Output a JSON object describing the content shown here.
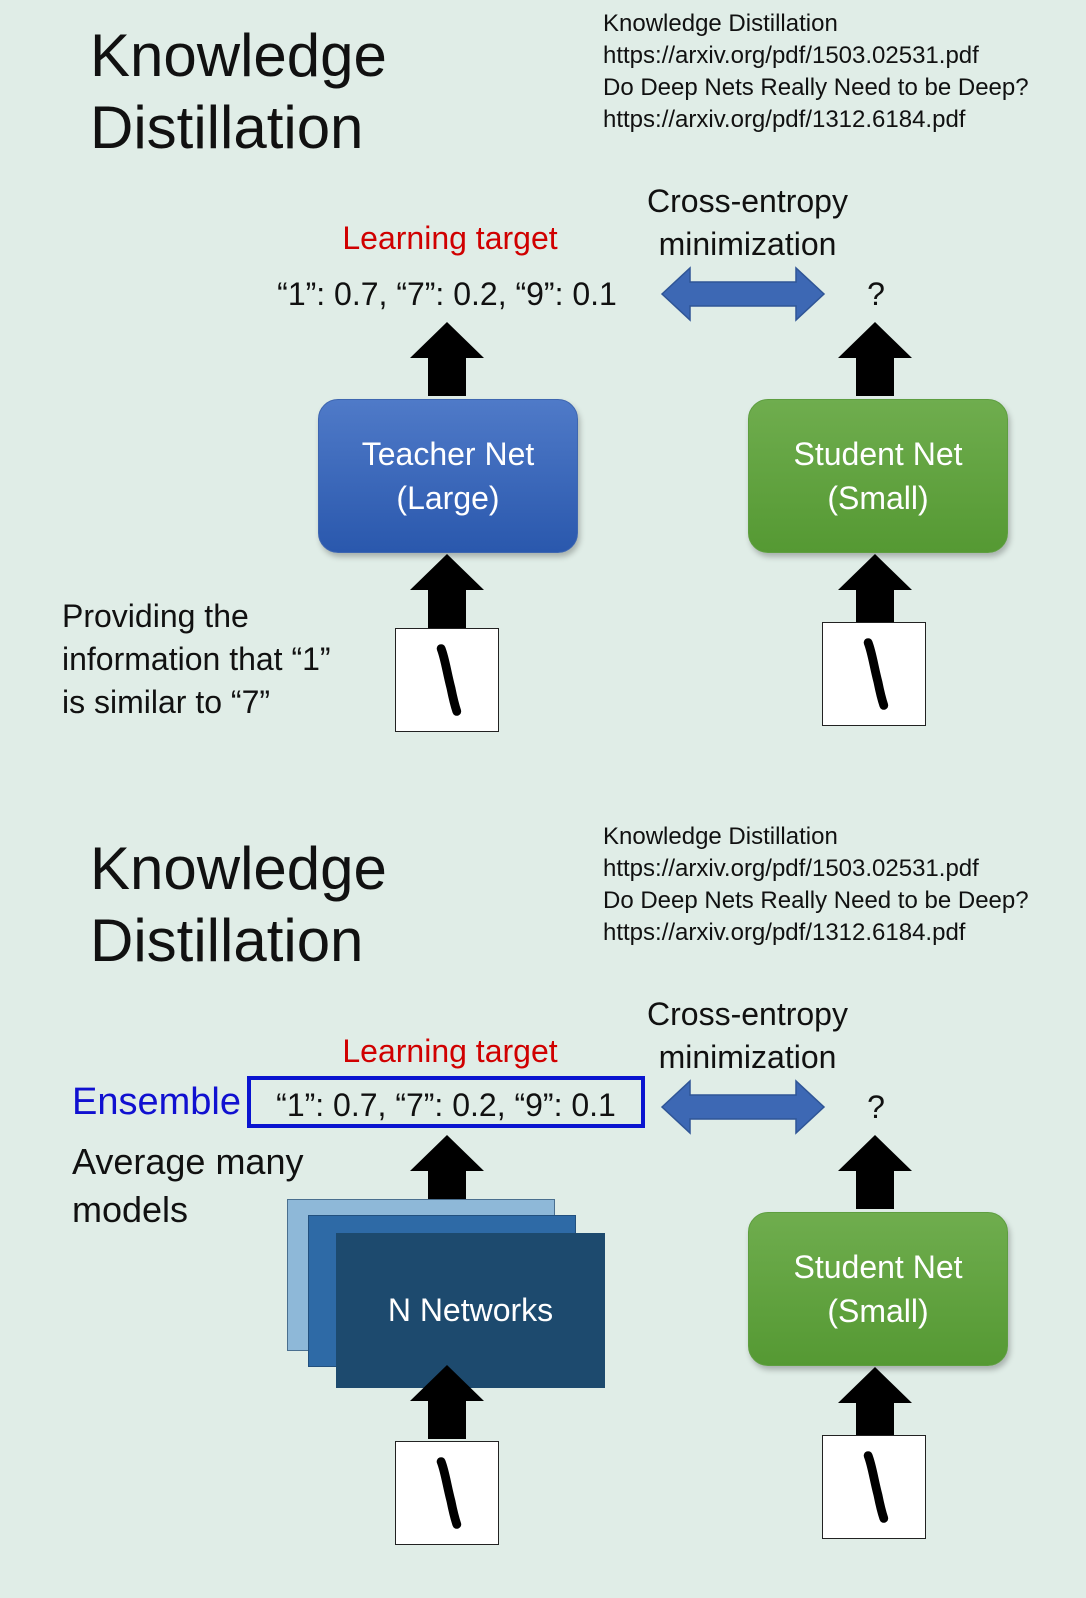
{
  "panel1": {
    "title_line1": "Knowledge",
    "title_line2": "Distillation",
    "references": [
      "Knowledge Distillation",
      "https://arxiv.org/pdf/1503.02531.pdf",
      "Do Deep Nets Really Need to be Deep?",
      "https://arxiv.org/pdf/1312.6184.pdf"
    ],
    "learning_target_label": "Learning target",
    "cross_entropy_line1": "Cross-entropy",
    "cross_entropy_line2": "minimization",
    "target_distribution": "“1”: 0.7, “7”: 0.2, “9”: 0.1",
    "student_output": "?",
    "teacher_line1": "Teacher Net",
    "teacher_line2": "(Large)",
    "student_line1": "Student Net",
    "student_line2": "(Small)",
    "hint_lines": [
      "Providing the",
      "information that “1”",
      "is similar to “7”"
    ]
  },
  "panel2": {
    "title_line1": "Knowledge",
    "title_line2": "Distillation",
    "references": [
      "Knowledge Distillation",
      "https://arxiv.org/pdf/1503.02531.pdf",
      "Do Deep Nets Really Need to be Deep?",
      "https://arxiv.org/pdf/1312.6184.pdf"
    ],
    "learning_target_label": "Learning target",
    "cross_entropy_line1": "Cross-entropy",
    "cross_entropy_line2": "minimization",
    "ensemble_label": "Ensemble",
    "average_line1": "Average many",
    "average_line2": "models",
    "target_distribution": "“1”: 0.7, “7”: 0.2, “9”: 0.1",
    "student_output": "?",
    "ensemble_box_label": "N Networks",
    "student_line1": "Student Net",
    "student_line2": "(Small)"
  },
  "colors": {
    "background": "#e0ede7",
    "learning_target": "#d00000",
    "teacher_box": "#3a66b8",
    "student_box": "#62a340",
    "ensemble_text": "#1010d0",
    "double_arrow": "#3d68b4"
  },
  "icons": [
    "up-arrow-icon",
    "double-headed-arrow-icon",
    "handwritten-digit-one-image"
  ]
}
